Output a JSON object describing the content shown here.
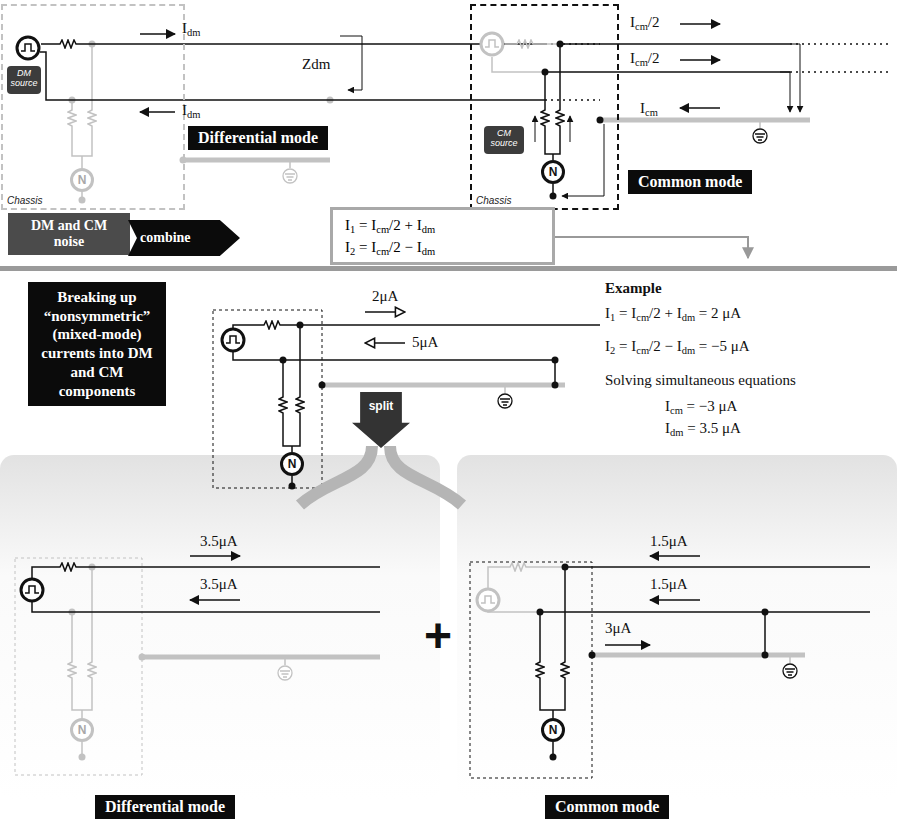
{
  "diagram": {
    "nodes": [
      {
        "text": [
          "Chassis"
        ]
      },
      {
        "text": [
          "DM source"
        ],
        "in": 0
      },
      {
        "text": [
          "N"
        ],
        "in": 0
      },
      {
        "text": [
          "Differential mode"
        ]
      },
      {
        "text": [
          "Chassis"
        ]
      },
      {
        "text": [
          "CM source"
        ],
        "in": 4
      },
      {
        "text": [
          "N"
        ],
        "in": 4
      },
      {
        "text": [
          "Common mode"
        ]
      },
      {
        "text": [
          "DM and CM noise"
        ]
      },
      {
        "text": [
          "combine"
        ]
      },
      {
        "text": [
          "I1 = Icm/2 + Idm",
          "I2 = Icm/2 − Idm"
        ]
      },
      {
        "text": [
          "Breaking up “nonsymmetric” (mixed-mode) currents into DM and CM components"
        ]
      },
      {
        "text": [
          "N"
        ]
      },
      {
        "text": [
          "split"
        ]
      },
      {
        "text": [
          "N"
        ]
      },
      {
        "text": [
          "Differential mode"
        ]
      },
      {
        "text": [
          "N"
        ]
      },
      {
        "text": [
          "Common mode"
        ]
      }
    ],
    "labels": [
      "Idm",
      "Idm",
      "Zdm",
      "Icm/2",
      "Icm/2",
      "Icm",
      "Example",
      "I1 = Icm/2 + Idm = 2 μA",
      "I2 = Icm/2 − Idm = −5 μA",
      "Solving simultaneous equations",
      "Icm = −3 μA",
      "Idm = 3.5 μA",
      "2μA",
      "5μA",
      "3.5μA",
      "3.5μA",
      "+",
      "1.5μA",
      "1.5μA",
      "3μA"
    ]
  }
}
